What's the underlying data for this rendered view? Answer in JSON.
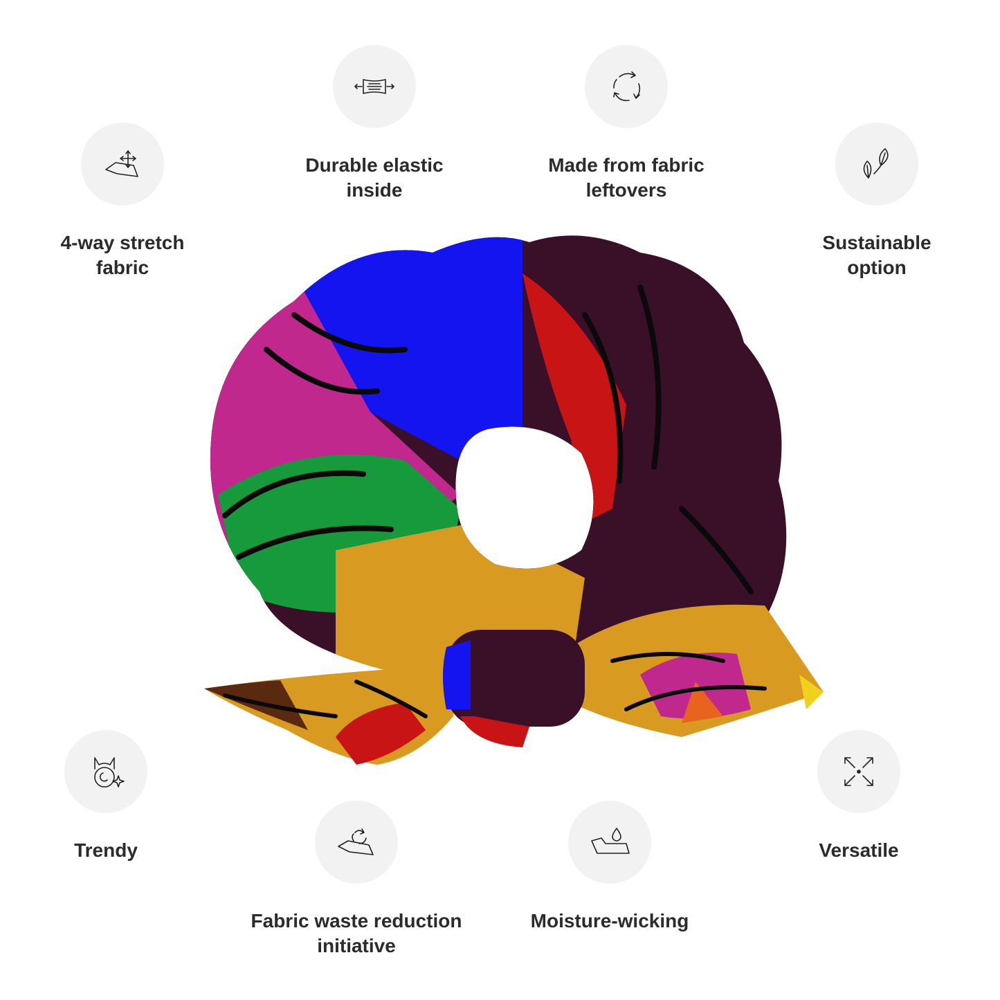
{
  "features": {
    "stretch": {
      "line1": "4-way stretch",
      "line2": "fabric",
      "icon": "stretch-fabric-icon"
    },
    "elastic": {
      "line1": "Durable elastic",
      "line2": "inside",
      "icon": "elastic-icon"
    },
    "leftovers": {
      "line1": "Made from fabric",
      "line2": "leftovers",
      "icon": "recycle-icon"
    },
    "sustain": {
      "line1": "Sustainable",
      "line2": "option",
      "icon": "leaves-icon"
    },
    "trendy": {
      "line1": "Trendy",
      "icon": "cat-sparkle-icon"
    },
    "waste": {
      "line1": "Fabric waste reduction",
      "line2": "initiative",
      "icon": "fabric-recycle-icon"
    },
    "moisture": {
      "line1": "Moisture-wicking",
      "icon": "water-drop-fabric-icon"
    },
    "versatile": {
      "line1": "Versatile",
      "icon": "expand-arrows-icon"
    }
  },
  "product": {
    "name": "scrunchie",
    "colors": {
      "blue": "#1414f0",
      "plum": "#3a1028",
      "red": "#c81414",
      "magenta": "#c0288e",
      "green": "#169a3c",
      "mustard": "#d89a20",
      "brown": "#5a2a10",
      "orange": "#e8641e",
      "yellow": "#f0d21e"
    }
  }
}
